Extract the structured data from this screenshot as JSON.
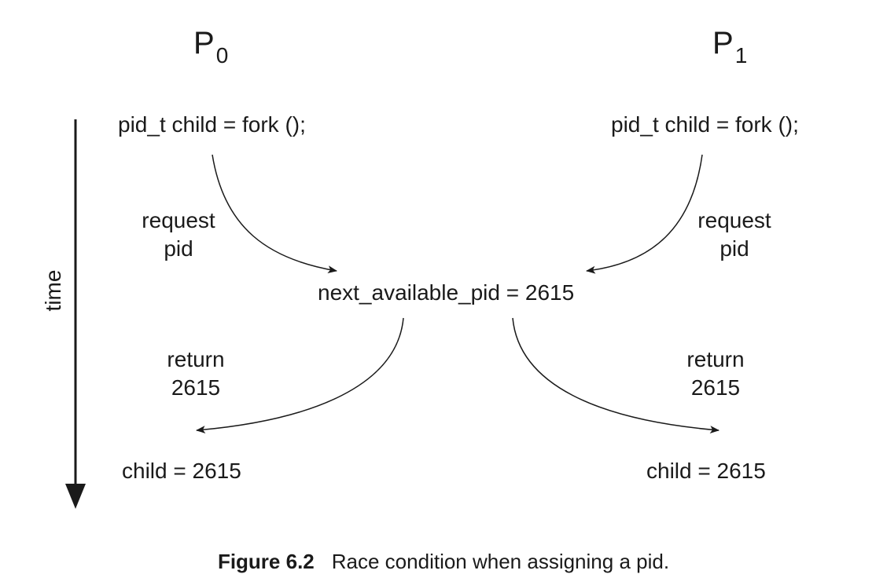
{
  "processes": {
    "p0": {
      "letter": "P",
      "index": "0"
    },
    "p1": {
      "letter": "P",
      "index": "1"
    }
  },
  "time_label": "time",
  "p0_fork": "pid_t child = fork ();",
  "p1_fork": "pid_t child = fork ();",
  "request_label": {
    "line1": "request",
    "line2": "pid"
  },
  "next_pid": "next_available_pid = 2615",
  "return_label": {
    "line1": "return",
    "line2": "2615"
  },
  "p0_child": "child = 2615",
  "p1_child": "child = 2615",
  "caption": {
    "number": "Figure 6.2",
    "text": "Race condition when assigning a pid."
  },
  "colors": {
    "ink": "#1a1a1a",
    "background": "#ffffff"
  }
}
